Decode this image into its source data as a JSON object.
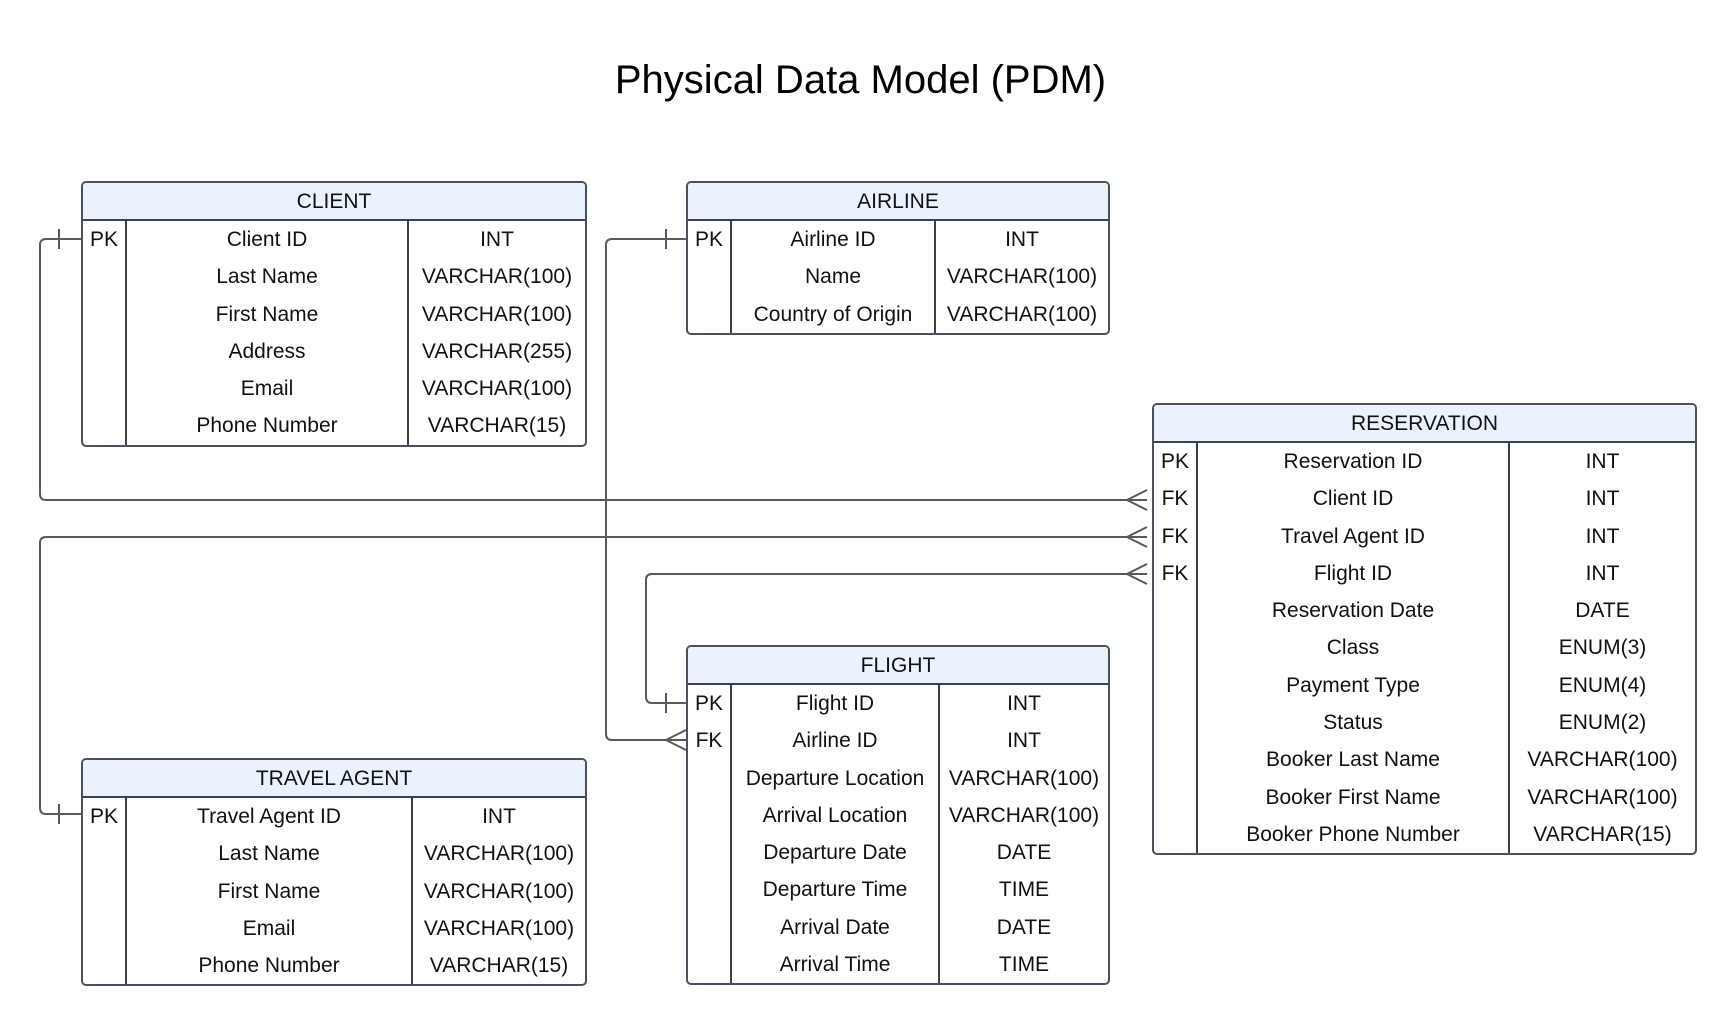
{
  "title": "Physical Data Model (PDM)",
  "entities": {
    "client": {
      "name": "CLIENT",
      "rows": [
        {
          "key": "PK",
          "field": "Client ID",
          "type": "INT"
        },
        {
          "key": "",
          "field": "Last Name",
          "type": "VARCHAR(100)"
        },
        {
          "key": "",
          "field": "First Name",
          "type": "VARCHAR(100)"
        },
        {
          "key": "",
          "field": "Address",
          "type": "VARCHAR(255)"
        },
        {
          "key": "",
          "field": "Email",
          "type": "VARCHAR(100)"
        },
        {
          "key": "",
          "field": "Phone Number",
          "type": "VARCHAR(15)"
        }
      ]
    },
    "airline": {
      "name": "AIRLINE",
      "rows": [
        {
          "key": "PK",
          "field": "Airline ID",
          "type": "INT"
        },
        {
          "key": "",
          "field": "Name",
          "type": "VARCHAR(100)"
        },
        {
          "key": "",
          "field": "Country of Origin",
          "type": "VARCHAR(100)"
        }
      ]
    },
    "reservation": {
      "name": "RESERVATION",
      "rows": [
        {
          "key": "PK",
          "field": "Reservation ID",
          "type": "INT"
        },
        {
          "key": "FK",
          "field": "Client ID",
          "type": "INT"
        },
        {
          "key": "FK",
          "field": "Travel Agent ID",
          "type": "INT"
        },
        {
          "key": "FK",
          "field": "Flight ID",
          "type": "INT"
        },
        {
          "key": "",
          "field": "Reservation Date",
          "type": "DATE"
        },
        {
          "key": "",
          "field": "Class",
          "type": "ENUM(3)"
        },
        {
          "key": "",
          "field": "Payment Type",
          "type": "ENUM(4)"
        },
        {
          "key": "",
          "field": "Status",
          "type": "ENUM(2)"
        },
        {
          "key": "",
          "field": "Booker Last Name",
          "type": "VARCHAR(100)"
        },
        {
          "key": "",
          "field": "Booker First Name",
          "type": "VARCHAR(100)"
        },
        {
          "key": "",
          "field": "Booker Phone Number",
          "type": "VARCHAR(15)"
        }
      ]
    },
    "flight": {
      "name": "FLIGHT",
      "rows": [
        {
          "key": "PK",
          "field": "Flight ID",
          "type": "INT"
        },
        {
          "key": "FK",
          "field": "Airline ID",
          "type": "INT"
        },
        {
          "key": "",
          "field": "Departure Location",
          "type": "VARCHAR(100)"
        },
        {
          "key": "",
          "field": "Arrival Location",
          "type": "VARCHAR(100)"
        },
        {
          "key": "",
          "field": "Departure Date",
          "type": "DATE"
        },
        {
          "key": "",
          "field": "Departure Time",
          "type": "TIME"
        },
        {
          "key": "",
          "field": "Arrival Date",
          "type": "DATE"
        },
        {
          "key": "",
          "field": "Arrival Time",
          "type": "TIME"
        }
      ]
    },
    "travel_agent": {
      "name": "TRAVEL AGENT",
      "rows": [
        {
          "key": "PK",
          "field": "Travel Agent ID",
          "type": "INT"
        },
        {
          "key": "",
          "field": "Last Name",
          "type": "VARCHAR(100)"
        },
        {
          "key": "",
          "field": "First Name",
          "type": "VARCHAR(100)"
        },
        {
          "key": "",
          "field": "Email",
          "type": "VARCHAR(100)"
        },
        {
          "key": "",
          "field": "Phone Number",
          "type": "VARCHAR(15)"
        }
      ]
    }
  },
  "relationships": [
    {
      "from": "client",
      "to": "reservation",
      "from_cardinality": "one",
      "to_cardinality": "many"
    },
    {
      "from": "travel_agent",
      "to": "reservation",
      "from_cardinality": "one",
      "to_cardinality": "many"
    },
    {
      "from": "flight",
      "to": "reservation",
      "from_cardinality": "one",
      "to_cardinality": "many"
    },
    {
      "from": "airline",
      "to": "flight",
      "from_cardinality": "one",
      "to_cardinality": "many"
    }
  ],
  "colors": {
    "header_fill": "#eaf3fd",
    "border": "#3b4150",
    "connector": "#5a5a5a"
  }
}
